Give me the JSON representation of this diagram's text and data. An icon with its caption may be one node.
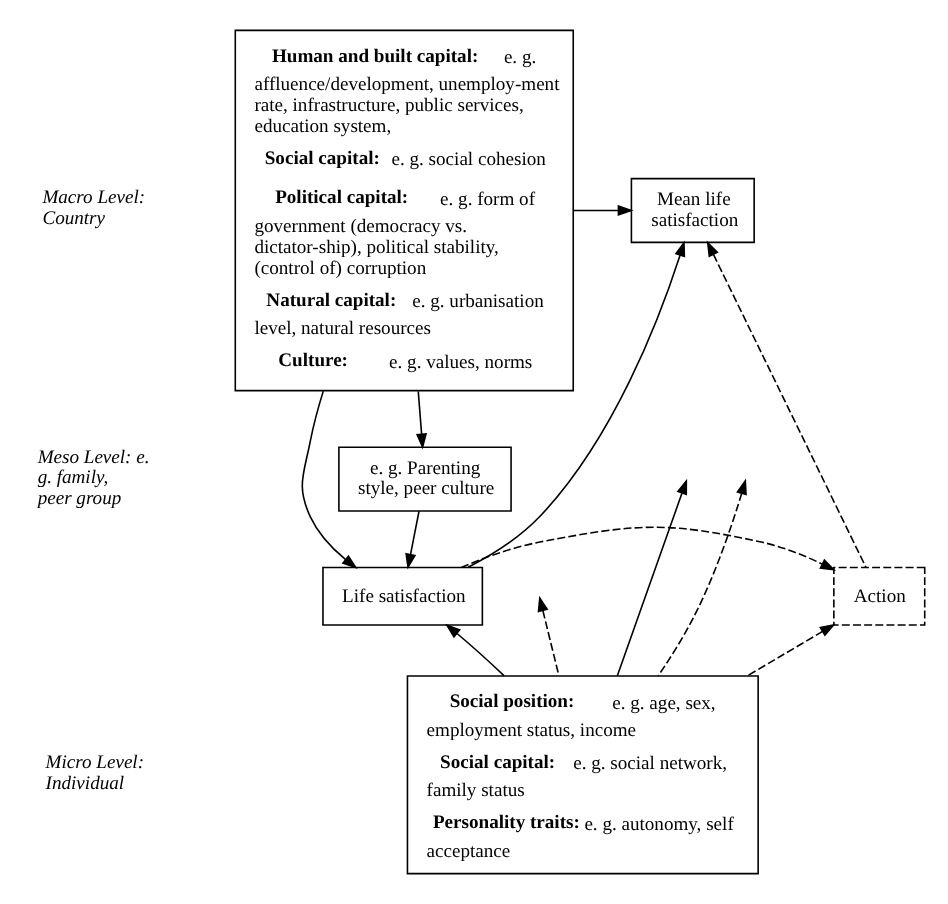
{
  "diagram": {
    "nodes": [
      {
        "text": [
          "**Human and built capital:** e. g. affluence/development, unemploy-ment rate, infrastructure, public services, education system,",
          "**Social capital:** e. g. social cohesion",
          "**Political capital:** e. g. form of government (democracy vs. dictator-ship), political stability, (control of) corruption",
          "**Natural capital:** e. g. urbanisation level, natural resources",
          "**Culture:** e. g. values, norms"
        ]
      },
      {
        "text": [
          "e. g. Parenting style, peer culture"
        ]
      },
      {
        "text": [
          "Life satisfaction"
        ]
      },
      {
        "text": [
          "Action"
        ]
      },
      {
        "text": [
          "Mean life satisfaction"
        ]
      },
      {
        "text": [
          "**Social position:** e. g. age, sex, employment status, income",
          "**Social capital:** e. g. social network, family status",
          "**Personality traits:** e. g. autonomy, self acceptance"
        ]
      }
    ],
    "edges": [
      {
        "from": 0,
        "to": 4,
        "arrow": "to"
      },
      {
        "from": 0,
        "to": 2,
        "arrow": "to"
      },
      {
        "from": 0,
        "to": 1,
        "arrow": "to"
      },
      {
        "from": 1,
        "to": 2,
        "arrow": "to"
      },
      {
        "from": 2,
        "to": 4,
        "arrow": "to"
      },
      {
        "from": 5,
        "to": null,
        "arrow": "to",
        "style": "dashed"
      },
      {
        "from": 5,
        "to": null,
        "arrow": "to"
      },
      {
        "from": 2,
        "to": 3,
        "arrow": "to",
        "style": "dashed"
      },
      {
        "from": 5,
        "to": 2,
        "arrow": "to"
      },
      {
        "from": 5,
        "to": null,
        "arrow": "to",
        "style": "dashed"
      },
      {
        "from": 5,
        "to": 3,
        "arrow": "to",
        "style": "dashed"
      },
      {
        "from": 3,
        "to": 4,
        "arrow": "to",
        "style": "dashed"
      }
    ],
    "labels": [
      "Macro Level: Country",
      "Meso Level: e. g. family, peer group",
      "Micro Level: Individual"
    ]
  }
}
